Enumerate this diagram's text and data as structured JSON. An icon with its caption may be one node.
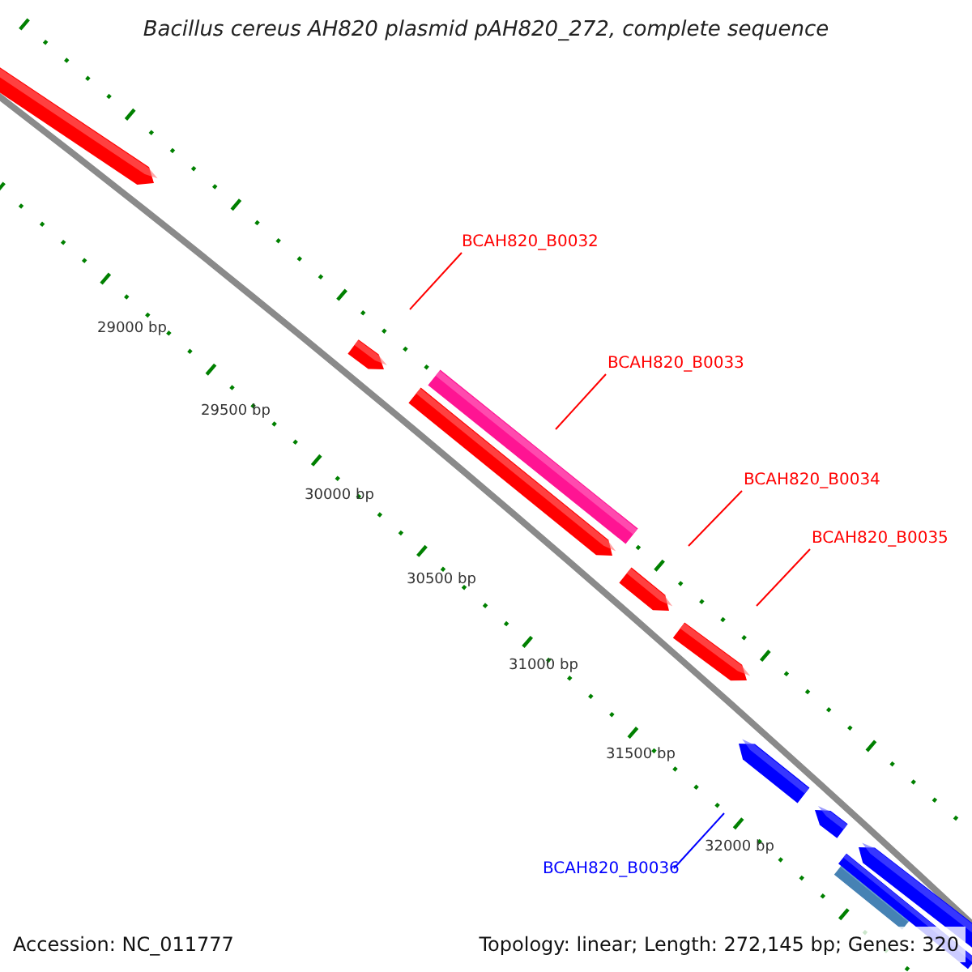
{
  "diagram": {
    "title": "Bacillus cereus AH820 plasmid pAH820_272, complete sequence",
    "nodes": [
      {
        "text": [
          "BCAH820_B0032"
        ]
      },
      {
        "text": [
          "BCAH820_B0033"
        ]
      },
      {
        "text": [
          "BCAH820_B0034"
        ]
      },
      {
        "text": [
          "BCAH820_B0035"
        ]
      },
      {
        "text": [
          "BCAH820_B0036"
        ]
      }
    ],
    "edges": [
      {
        "from": 0,
        "to": null,
        "arrow": "none"
      },
      {
        "from": 1,
        "to": null,
        "arrow": "none"
      },
      {
        "from": 2,
        "to": null,
        "arrow": "none"
      },
      {
        "from": 3,
        "to": null,
        "arrow": "none"
      },
      {
        "from": 4,
        "to": null,
        "arrow": "none",
        "color": "#0000ff"
      }
    ],
    "labels": [
      "29000 bp",
      "29500 bp",
      "30000 bp",
      "30500 bp",
      "31000 bp",
      "31500 bp",
      "32000 bp",
      "Accession: NC_011777",
      "Topology: linear; Length: 272,145 bp; Genes: 320"
    ]
  }
}
